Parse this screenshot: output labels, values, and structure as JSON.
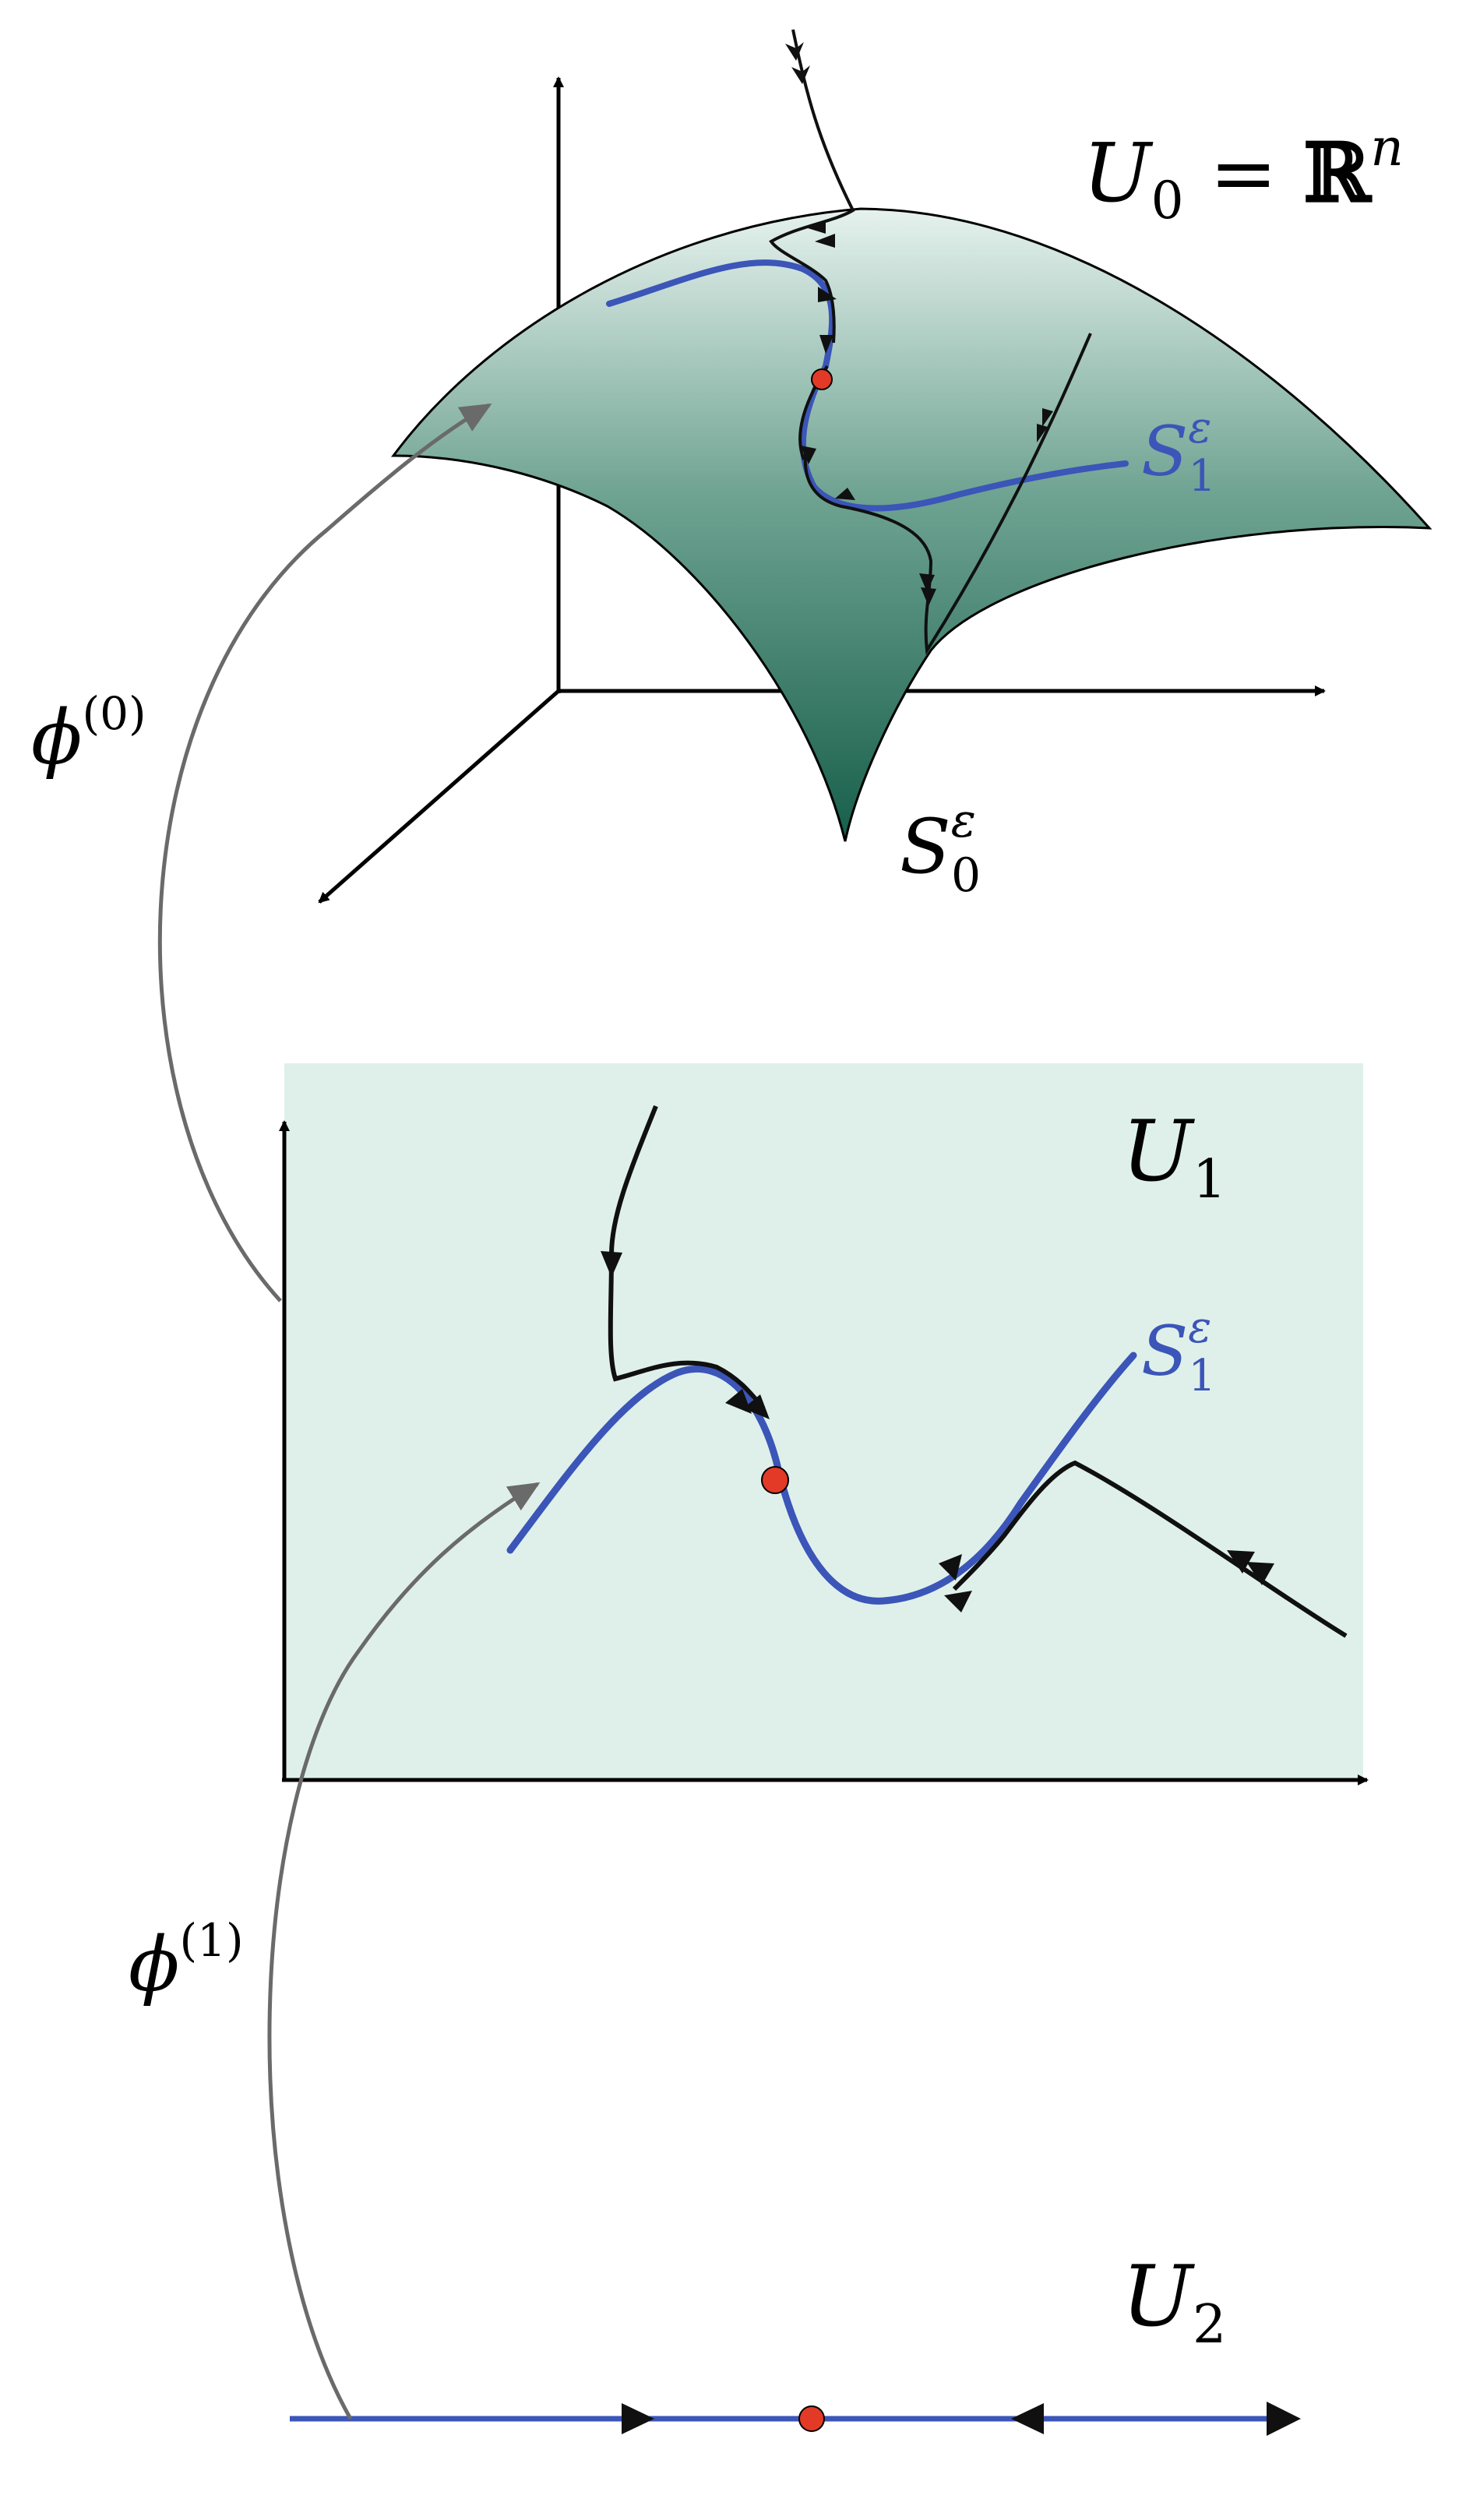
{
  "labels": {
    "u0": {
      "base": "U",
      "sub": "0",
      "eq": " = ",
      "space": "ℝ",
      "sup": "n"
    },
    "s0": {
      "base": "S",
      "sup": "ε",
      "sub": "0"
    },
    "s1_top": {
      "base": "S",
      "sup": "ε",
      "sub": "1"
    },
    "u1": {
      "base": "U",
      "sub": "1"
    },
    "s1_mid": {
      "base": "S",
      "sup": "ε",
      "sub": "1"
    },
    "u2": {
      "base": "U",
      "sub": "2"
    },
    "phi0": {
      "base": "ϕ",
      "sup": "(0)"
    },
    "phi1": {
      "base": "ϕ",
      "sup": "(1)"
    }
  },
  "colors": {
    "surface_top": "#e6f2ee",
    "surface_mid": "#6fa392",
    "surface_bottom": "#175f4a",
    "plane_fill": "#dff0eb",
    "manifold_blue": "#3b55b8",
    "equilibrium_red": "#e23a26",
    "trajectory": "#101010",
    "map_arrow_gray": "#6a6a6a",
    "axis": "#000000"
  }
}
